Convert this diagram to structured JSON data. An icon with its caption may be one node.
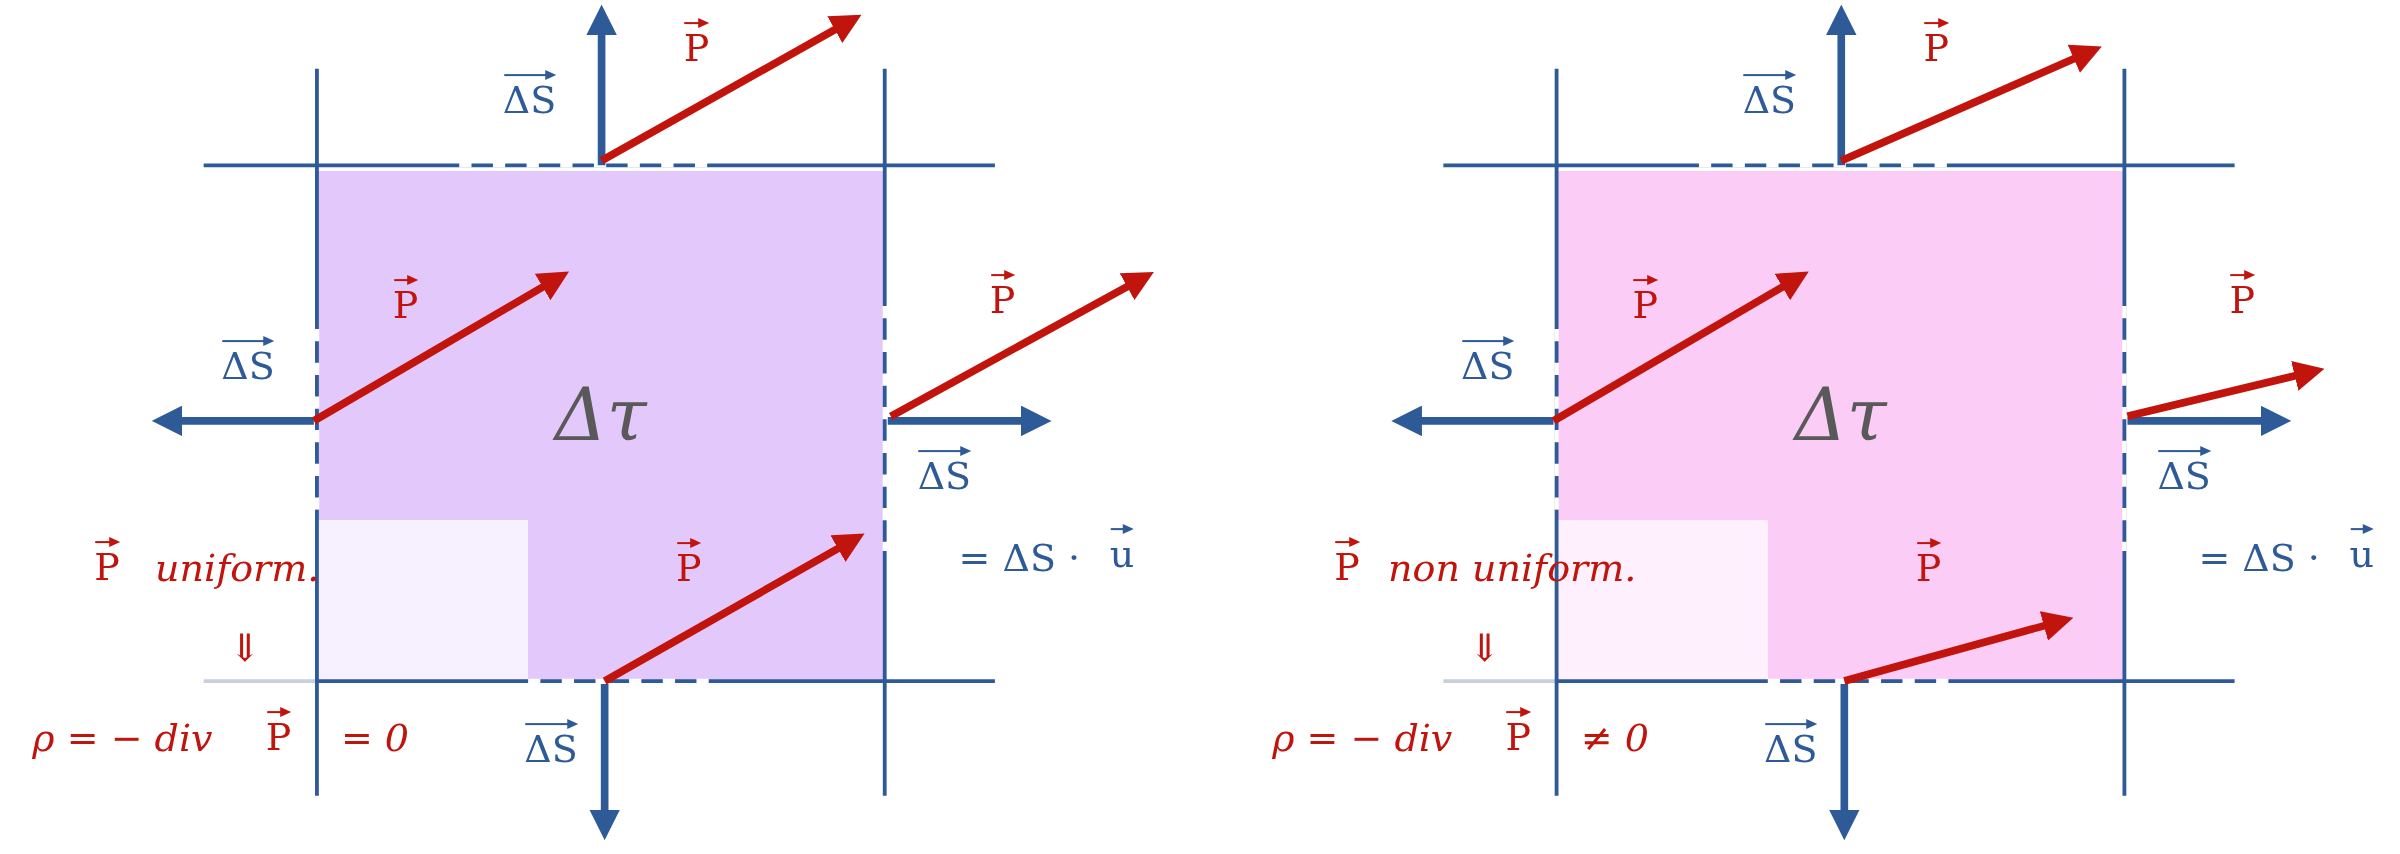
{
  "diagram": {
    "nodes": [
      {
        "text": [
          "Δτ"
        ]
      },
      {
        "text": [
          "Δτ"
        ]
      }
    ],
    "labels": [
      "ΔS",
      "P",
      "P",
      "P",
      "ΔS",
      "ΔS",
      "P",
      "ΔS",
      "= ΔS ·",
      "u",
      "P",
      "uniform.",
      "⇓",
      "ρ = − div",
      "P",
      "= 0",
      "ΔS",
      "P",
      "P",
      "P",
      "ΔS",
      "ΔS",
      "P",
      "ΔS",
      "= ΔS ·",
      "u",
      "P",
      "non uniform.",
      "⇓",
      "ρ = − div",
      "P",
      "≠ 0"
    ]
  }
}
